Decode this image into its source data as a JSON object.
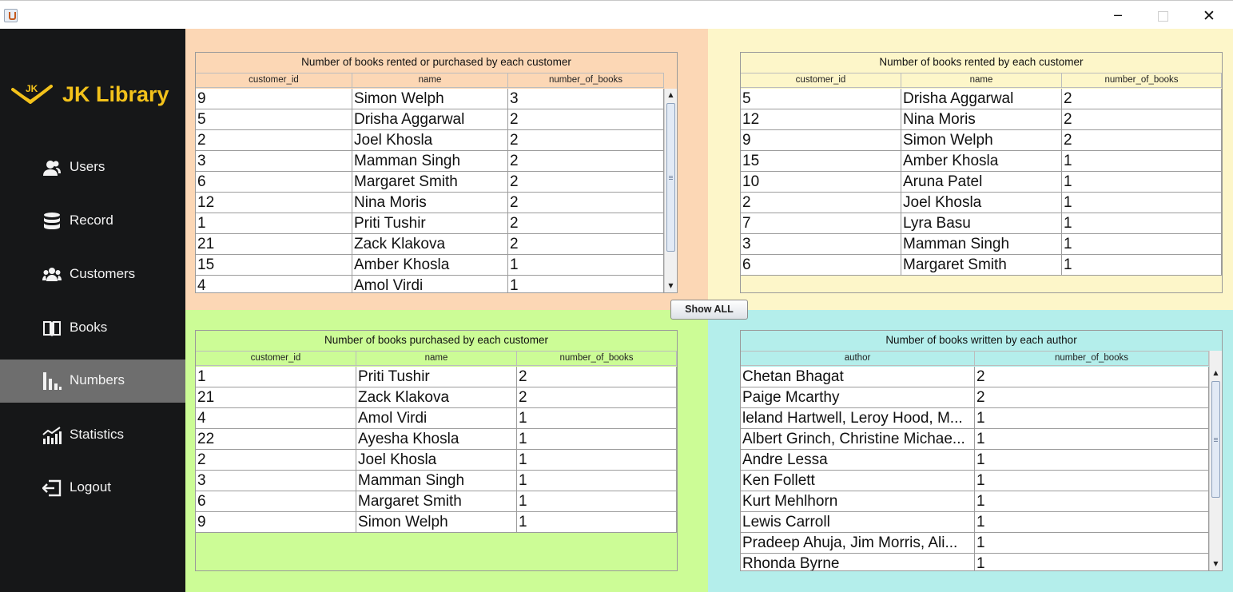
{
  "window": {
    "minimize": "─",
    "maximize": "",
    "close": "✕"
  },
  "app": {
    "name": "JK Library",
    "logo_mark": "JK"
  },
  "sidebar": {
    "items": [
      {
        "label": "Users",
        "icon": "users-icon"
      },
      {
        "label": "Record",
        "icon": "database-icon"
      },
      {
        "label": "Customers",
        "icon": "customers-icon"
      },
      {
        "label": "Books",
        "icon": "books-icon"
      },
      {
        "label": "Numbers",
        "icon": "bar-chart-icon",
        "active": true
      },
      {
        "label": "Statistics",
        "icon": "statistics-icon"
      },
      {
        "label": "Logout",
        "icon": "logout-icon"
      }
    ]
  },
  "tables": {
    "rented_or_purchased": {
      "title": "Number of books rented or purchased by each customer",
      "columns": [
        "customer_id",
        "name",
        "number_of_books"
      ],
      "rows": [
        [
          "9",
          "Simon Welph",
          "3"
        ],
        [
          "5",
          "Drisha Aggarwal",
          "2"
        ],
        [
          "2",
          "Joel Khosla",
          "2"
        ],
        [
          "3",
          "Mamman Singh",
          "2"
        ],
        [
          "6",
          "Margaret Smith",
          "2"
        ],
        [
          "12",
          "Nina Moris",
          "2"
        ],
        [
          "1",
          "Priti Tushir",
          "2"
        ],
        [
          "21",
          "Zack Klakova",
          "2"
        ],
        [
          "15",
          "Amber Khosla",
          "1"
        ],
        [
          "4",
          "Amol Virdi",
          "1"
        ]
      ]
    },
    "rented": {
      "title": "Number of books rented by each customer",
      "columns": [
        "customer_id",
        "name",
        "number_of_books"
      ],
      "rows": [
        [
          "5",
          "Drisha Aggarwal",
          "2"
        ],
        [
          "12",
          "Nina Moris",
          "2"
        ],
        [
          "9",
          "Simon Welph",
          "2"
        ],
        [
          "15",
          "Amber Khosla",
          "1"
        ],
        [
          "10",
          "Aruna Patel",
          "1"
        ],
        [
          "2",
          "Joel Khosla",
          "1"
        ],
        [
          "7",
          "Lyra Basu",
          "1"
        ],
        [
          "3",
          "Mamman Singh",
          "1"
        ],
        [
          "6",
          "Margaret Smith",
          "1"
        ]
      ]
    },
    "purchased": {
      "title": "Number of books purchased by each customer",
      "columns": [
        "customer_id",
        "name",
        "number_of_books"
      ],
      "rows": [
        [
          "1",
          "Priti Tushir",
          "2"
        ],
        [
          "21",
          "Zack Klakova",
          "2"
        ],
        [
          "4",
          "Amol Virdi",
          "1"
        ],
        [
          "22",
          "Ayesha Khosla",
          "1"
        ],
        [
          "2",
          "Joel Khosla",
          "1"
        ],
        [
          "3",
          "Mamman Singh",
          "1"
        ],
        [
          "6",
          "Margaret Smith",
          "1"
        ],
        [
          "9",
          "Simon Welph",
          "1"
        ]
      ]
    },
    "by_author": {
      "title": "Number of books written by each author",
      "columns": [
        "author",
        "number_of_books"
      ],
      "rows": [
        [
          "Chetan Bhagat",
          "2"
        ],
        [
          "Paige Mcarthy",
          "2"
        ],
        [
          "leland Hartwell, Leroy Hood, M...",
          "1"
        ],
        [
          "Albert Grinch, Christine Michae...",
          "1"
        ],
        [
          "Andre Lessa",
          "1"
        ],
        [
          "Ken Follett",
          "1"
        ],
        [
          "Kurt Mehlhorn",
          "1"
        ],
        [
          "Lewis Carroll",
          "1"
        ],
        [
          "Pradeep Ahuja, Jim Morris, Ali...",
          "1"
        ],
        [
          "Rhonda Byrne",
          "1"
        ]
      ]
    }
  },
  "buttons": {
    "show_all": "Show ALL"
  },
  "colors": {
    "sidebar": "#161718",
    "accent": "#f3c21b",
    "active_item": "#6e6e6e",
    "panel_rented_or_purchased": "#fcd7b5",
    "panel_rented": "#fdf6c9",
    "panel_purchased": "#ccfc96",
    "panel_by_author": "#b4eeeb"
  }
}
